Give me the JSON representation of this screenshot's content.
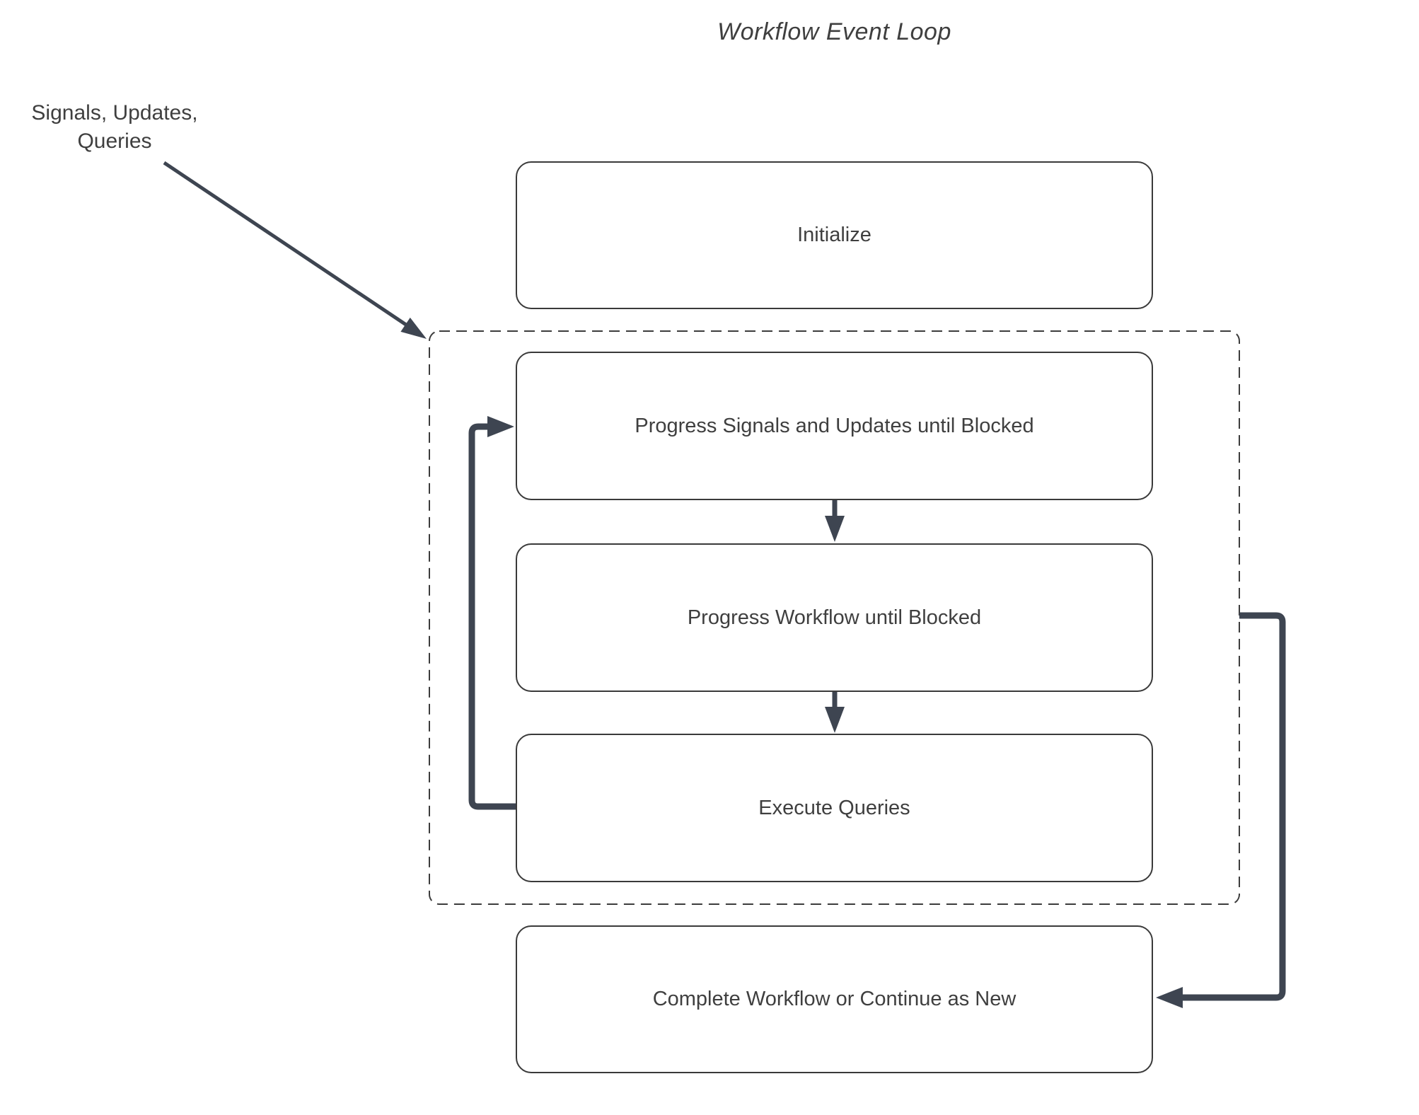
{
  "diagram": {
    "title": "Workflow Event Loop",
    "external_input_label": "Signals, Updates, Queries",
    "nodes": [
      {
        "id": "initialize",
        "label": "Initialize"
      },
      {
        "id": "progress-signals",
        "label": "Progress Signals and Updates until Blocked"
      },
      {
        "id": "progress-workflow",
        "label": "Progress Workflow until Blocked"
      },
      {
        "id": "execute-queries",
        "label": "Execute Queries"
      },
      {
        "id": "complete",
        "label": "Complete Workflow or Continue as New"
      }
    ],
    "container": {
      "id": "event-loop-dashed-group",
      "style": "dashed",
      "contains": [
        "progress-signals",
        "progress-workflow",
        "execute-queries"
      ]
    },
    "connectors": [
      {
        "id": "external-input-arrow",
        "from": "external-input-label",
        "to": "event-loop-dashed-group"
      },
      {
        "id": "down-arrow-signals-to-workflow",
        "from": "progress-signals",
        "to": "progress-workflow"
      },
      {
        "id": "down-arrow-workflow-to-queries",
        "from": "progress-workflow",
        "to": "execute-queries"
      },
      {
        "id": "loop-back-arrow",
        "from": "execute-queries",
        "to": "progress-signals"
      },
      {
        "id": "exit-arrow",
        "from": "event-loop-dashed-group",
        "to": "complete"
      }
    ],
    "colors": {
      "background": "#ffffff",
      "connector": "#3e4551",
      "node_border": "#3a3a3a",
      "dashed_border": "#3c3c3c",
      "text": "#3f3f3f"
    }
  }
}
